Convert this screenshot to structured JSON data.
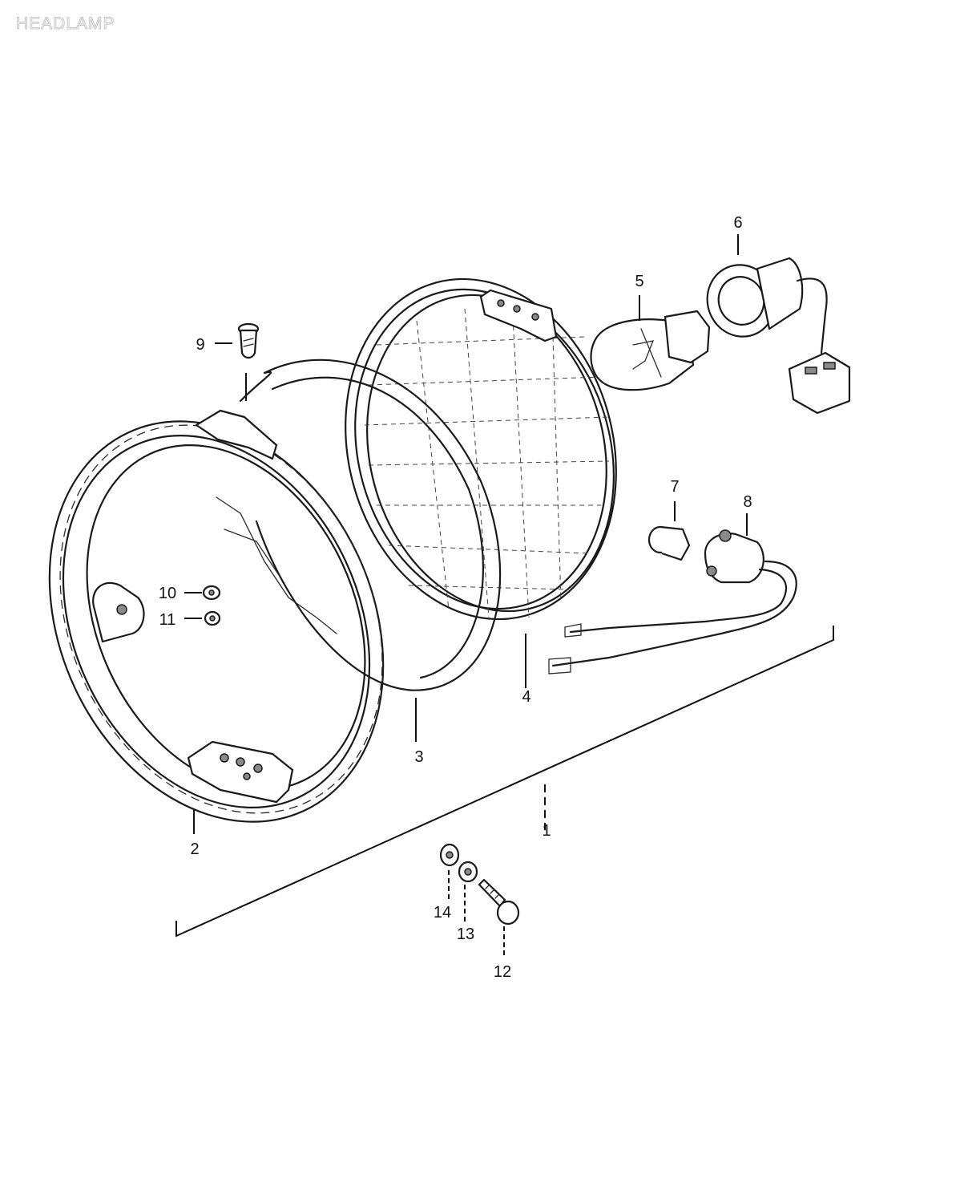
{
  "title": "HEADLAMP",
  "callouts": {
    "c1": "1",
    "c2": "2",
    "c3": "3",
    "c4": "4",
    "c5": "5",
    "c6": "6",
    "c7": "7",
    "c8": "8",
    "c9": "9",
    "c10": "10",
    "c11": "11",
    "c12": "12",
    "c13": "13",
    "c14": "14"
  },
  "colors": {
    "line": "#1a1a1a",
    "title": "#b8b8b8",
    "background": "#ffffff"
  }
}
